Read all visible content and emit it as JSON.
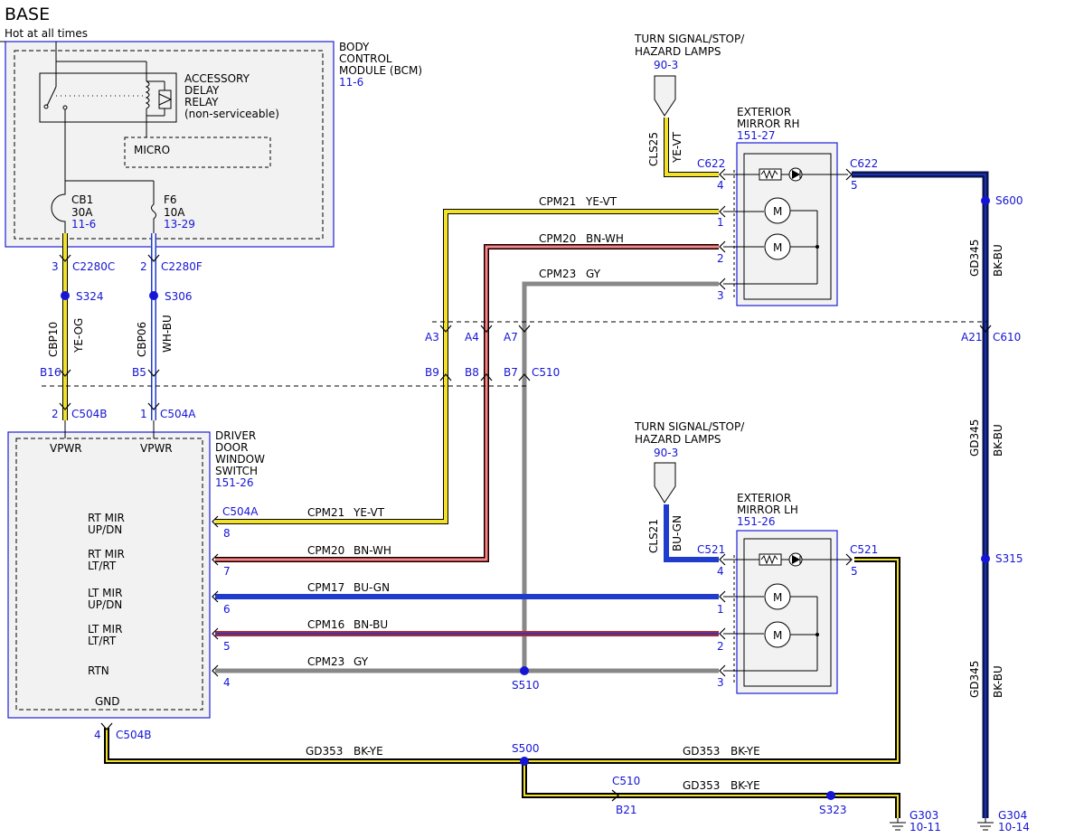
{
  "page_title": "BASE",
  "supply_label": "Hot at all times",
  "bcm": {
    "name": [
      "BODY",
      "CONTROL",
      "MODULE (BCM)"
    ],
    "ref": "11-6",
    "relay_label": [
      "ACCESSORY",
      "DELAY",
      "RELAY",
      "(non-serviceable)"
    ],
    "micro_label": "MICRO",
    "cb1": {
      "name": "CB1",
      "rating": "30A",
      "ref": "11-6"
    },
    "f6": {
      "name": "F6",
      "rating": "10A",
      "ref": "13-29"
    }
  },
  "connectors": {
    "c2280c": {
      "pin": "3",
      "name": "C2280C"
    },
    "c2280f": {
      "pin": "2",
      "name": "C2280F"
    },
    "s324": "S324",
    "s306": "S306",
    "wire_cbp10": {
      "circuit": "CBP10",
      "color": "YE-OG"
    },
    "wire_cbp06": {
      "circuit": "CBP06",
      "color": "WH-BU"
    },
    "b16": "B16",
    "b5": "B5",
    "c504b_top": {
      "pin": "2",
      "name": "C504B"
    },
    "c504a_top": {
      "pin": "1",
      "name": "C504A"
    },
    "a3": "A3",
    "a4": "A4",
    "a7": "A7",
    "b9": "B9",
    "b8": "B8",
    "b7": "B7",
    "c510": "C510",
    "a21": "A21",
    "c610": "C610"
  },
  "driver_switch": {
    "name": [
      "DRIVER",
      "DOOR",
      "WINDOW",
      "SWITCH"
    ],
    "ref": "151-26",
    "vpwr_left": "VPWR",
    "vpwr_right": "VPWR",
    "rt_mir_updn": [
      "RT MIR",
      "UP/DN"
    ],
    "rt_mir_ltrt": [
      "RT MIR",
      "LT/RT"
    ],
    "lt_mir_updn": [
      "LT MIR",
      "UP/DN"
    ],
    "lt_mir_ltrt": [
      "LT MIR",
      "LT/RT"
    ],
    "rtn": "RTN",
    "gnd": "GND",
    "c504a": "C504A",
    "pins": [
      "8",
      "7",
      "6",
      "5",
      "4"
    ],
    "gnd_pin": "4",
    "gnd_conn": "C504B"
  },
  "wires": {
    "cpm21": {
      "circuit": "CPM21",
      "color": "YE-VT"
    },
    "cpm20": {
      "circuit": "CPM20",
      "color": "BN-WH"
    },
    "cpm23": {
      "circuit": "CPM23",
      "color": "GY"
    },
    "cpm17": {
      "circuit": "CPM17",
      "color": "BU-GN"
    },
    "cpm16": {
      "circuit": "CPM16",
      "color": "BN-BU"
    },
    "gd353": {
      "circuit": "GD353",
      "color": "BK-YE"
    },
    "gd345": {
      "circuit": "GD345",
      "color": "BK-BU"
    },
    "cls25": {
      "circuit": "CLS25",
      "color": "YE-VT"
    },
    "cls21": {
      "circuit": "CLS21",
      "color": "BU-GN"
    }
  },
  "turn_lamps_top": {
    "label": [
      "TURN SIGNAL/STOP/",
      "HAZARD LAMPS"
    ],
    "ref": "90-3"
  },
  "turn_lamps_bottom": {
    "label": [
      "TURN SIGNAL/STOP/",
      "HAZARD LAMPS"
    ],
    "ref": "90-3"
  },
  "mirror_rh": {
    "label": [
      "EXTERIOR",
      "MIRROR RH"
    ],
    "ref": "151-27",
    "c622_left": "C622",
    "c622_right": "C622",
    "pins_left": [
      "4",
      "1",
      "2",
      "3"
    ],
    "pin_right": "5"
  },
  "mirror_lh": {
    "label": [
      "EXTERIOR",
      "MIRROR LH"
    ],
    "ref": "151-26",
    "c521_left": "C521",
    "c521_right": "C521",
    "pins_left": [
      "4",
      "1",
      "2",
      "3"
    ],
    "pin_right": "5"
  },
  "splices": {
    "s600": "S600",
    "s315": "S315",
    "s510": "S510",
    "s500": "S500",
    "s323": "S323"
  },
  "c510_bottom": {
    "name": "C510",
    "pin": "B21"
  },
  "grounds": {
    "g303": {
      "name": "G303",
      "ref": "10-11"
    },
    "g304": {
      "name": "G304",
      "ref": "10-14"
    }
  },
  "motor_symbol": "M",
  "colors": {
    "blue_text": "#1515d6",
    "yellow": "#f2e12a",
    "red": "#b5262a",
    "gray": "#888888",
    "wire_blue": "#1f3ccc",
    "navy": "#0c1450",
    "box_fill": "#f2f2f2"
  }
}
